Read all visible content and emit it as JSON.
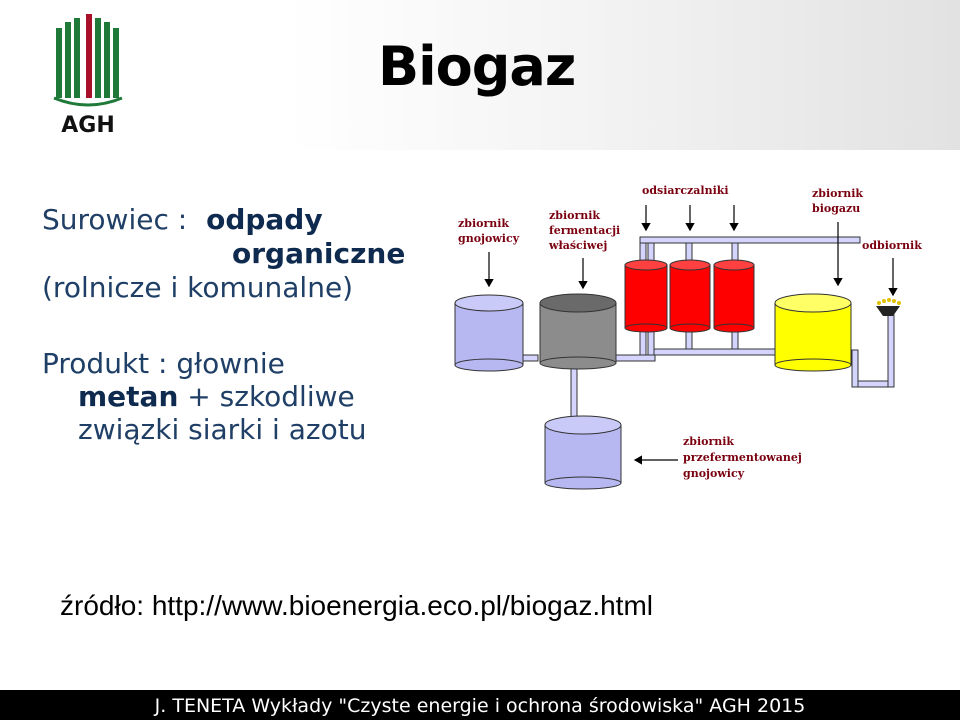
{
  "slide": {
    "title": "Biogaz",
    "logo_text": "AGH",
    "raw_label": "Surowiec :",
    "raw_bold_1": "odpady",
    "raw_bold_2": "organiczne",
    "raw_line_3": "(rolnicze i komunalne)",
    "product_line_1": "Produkt : głownie",
    "product_bold": "metan",
    "product_line_2_rest": " + szkodliwe",
    "product_line_3": "związki siarki i azotu",
    "source": "źródło: http://www.bioenergia.eco.pl/biogaz.html",
    "footer": "J. TENETA Wykłady \"Czyste energie i ochrona środowiska\" AGH 2015"
  },
  "diagram": {
    "label_manure_tank": [
      "zbiornik",
      "gnojowicy"
    ],
    "label_fermentation_tank": [
      "zbiornik",
      "fermentacji",
      "właściwej"
    ],
    "label_desulfurizers": [
      "odsiarczalniki"
    ],
    "label_biogas_tank": [
      "zbiornik",
      "biogazu"
    ],
    "label_receiver": [
      "odbiornik"
    ],
    "label_digested_tank": [
      "zbiornik",
      "przefermentowanej",
      "gnojowicy"
    ]
  },
  "colors": {
    "logo_green": "#1f7a3a",
    "logo_red": "#a8102a",
    "text_blue": "#1f3f66",
    "label_dark_red": "#7a0010",
    "tank_blue": "#b7b8f2",
    "tank_gray": "#8c8c8c",
    "desulfurizer_red": "#ff0000",
    "biogas_yellow": "#ffff00",
    "pipe_fill": "#d4d4ff",
    "footer_bg": "#000000"
  }
}
